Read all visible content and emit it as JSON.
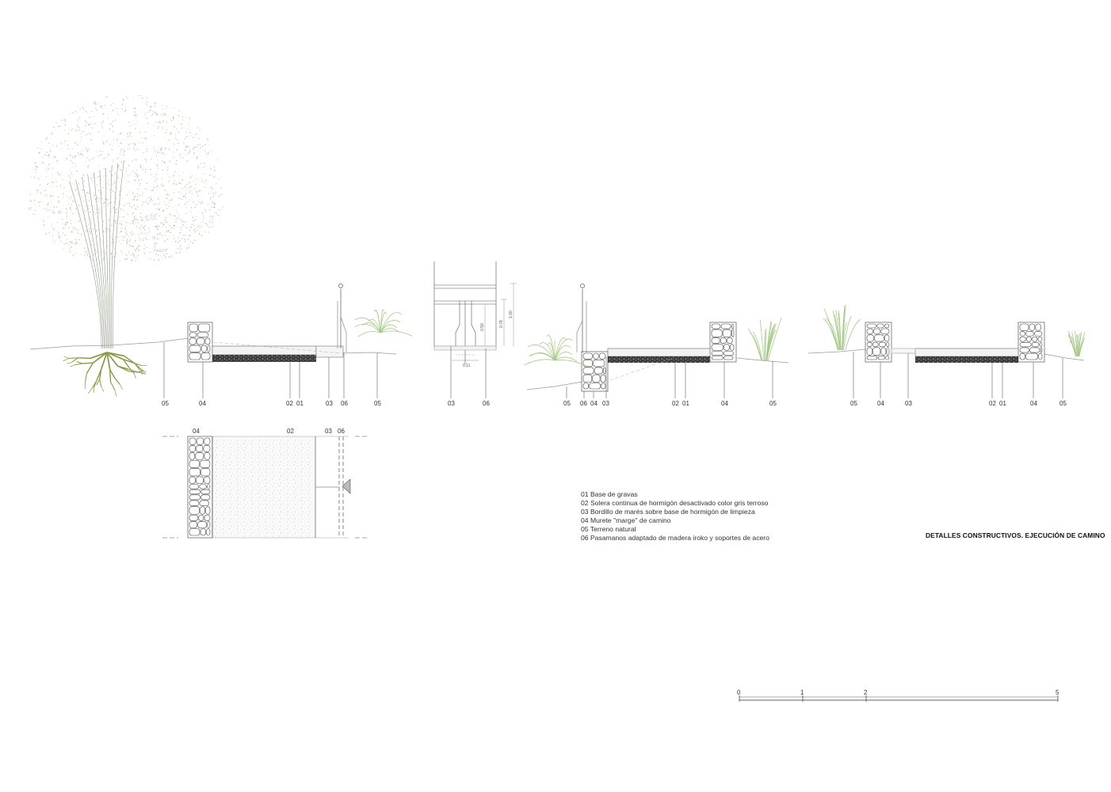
{
  "labels": {
    "s1": [
      "05",
      "04",
      "02",
      "01",
      "03",
      "06",
      "05"
    ],
    "s2": [
      "03",
      "06"
    ],
    "s3": [
      "05",
      "06",
      "04",
      "03",
      "02",
      "01",
      "04",
      "05"
    ],
    "s4": [
      "05",
      "04",
      "03",
      "02",
      "01",
      "04",
      "05"
    ],
    "plan": [
      "04",
      "02",
      "03",
      "06"
    ]
  },
  "dims": [
    "0.78",
    "1.00",
    "0.50",
    "0.11"
  ],
  "legend": [
    "01 Base de gravas",
    "02 Solera continua de hormigón desactivado color gris terroso",
    "03 Bordillo de marés sobre base de hormigón de limpieza",
    "04 Murete \"marge\" de camino",
    "05 Terreno natural",
    "06 Pasamanos adaptado de madera iroko y soportes de acero"
  ],
  "title": "DETALLES CONSTRUCTIVOS. EJECUCIÓN DE CAMINO",
  "scale": [
    "0",
    "1",
    "2",
    "5"
  ],
  "colors": {
    "foliage": "#9fb08f",
    "roots": "#8a9a4a",
    "grass": "#a8c98a",
    "line": "#555555",
    "gravel": "#2b2b2b"
  }
}
